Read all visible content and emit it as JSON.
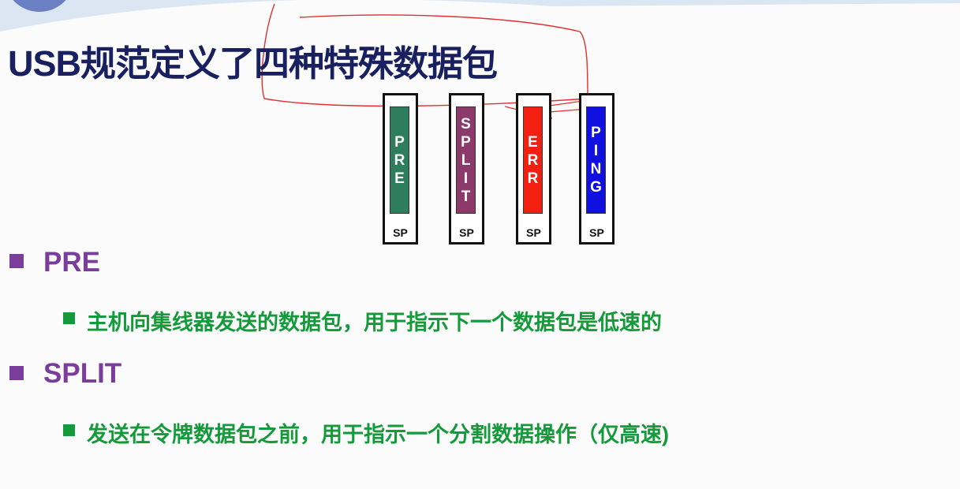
{
  "title": "USB规范定义了四种特殊数据包",
  "packets": [
    {
      "label": "PRE",
      "footer": "SP",
      "color": "#2e7d5c"
    },
    {
      "label": "SPLIT",
      "footer": "SP",
      "color": "#8c3a6a"
    },
    {
      "label": "ERR",
      "footer": "SP",
      "color": "#f22010"
    },
    {
      "label": "PING",
      "footer": "SP",
      "color": "#1010e0"
    }
  ],
  "bullets": [
    {
      "heading": "PRE",
      "detail": "主机向集线器发送的数据包，用于指示下一个数据包是低速的"
    },
    {
      "heading": "SPLIT",
      "detail": "发送在令牌数据包之前，用于指示一个分割数据操作（仅高速)"
    }
  ]
}
